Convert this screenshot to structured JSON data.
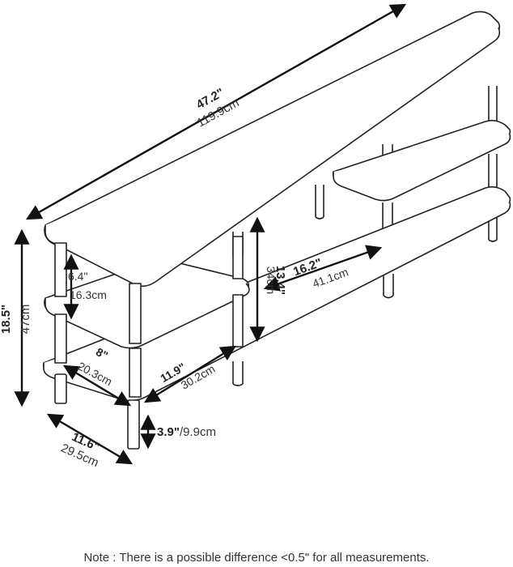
{
  "colors": {
    "line": "#222222",
    "text": "#333333",
    "background": "#ffffff"
  },
  "dimensions": {
    "length": {
      "imperial": "47.2\"",
      "metric": "119.9cm"
    },
    "height": {
      "imperial": "18.5\"",
      "metric": "47cm"
    },
    "depth": {
      "imperial": "11.6\"",
      "metric": "29.5cm"
    },
    "leg_clearance": {
      "imperial": "3.9\"",
      "metric": "/9.9cm"
    },
    "small_shelf_height": {
      "imperial": "6.4\"",
      "metric": "16.3cm"
    },
    "small_shelf_depth": {
      "imperial": "8\"",
      "metric": "20.3cm"
    },
    "lower_shelf_width": {
      "imperial": "11.9\"",
      "metric": "30.2cm"
    },
    "middle_opening_width": {
      "imperial": "16.2\"",
      "metric": "41.1cm"
    },
    "middle_opening_height": {
      "imperial": "13.4\"",
      "metric": "34cm"
    }
  },
  "note": "Note : There is a possible difference <0.5\" for all measurements."
}
